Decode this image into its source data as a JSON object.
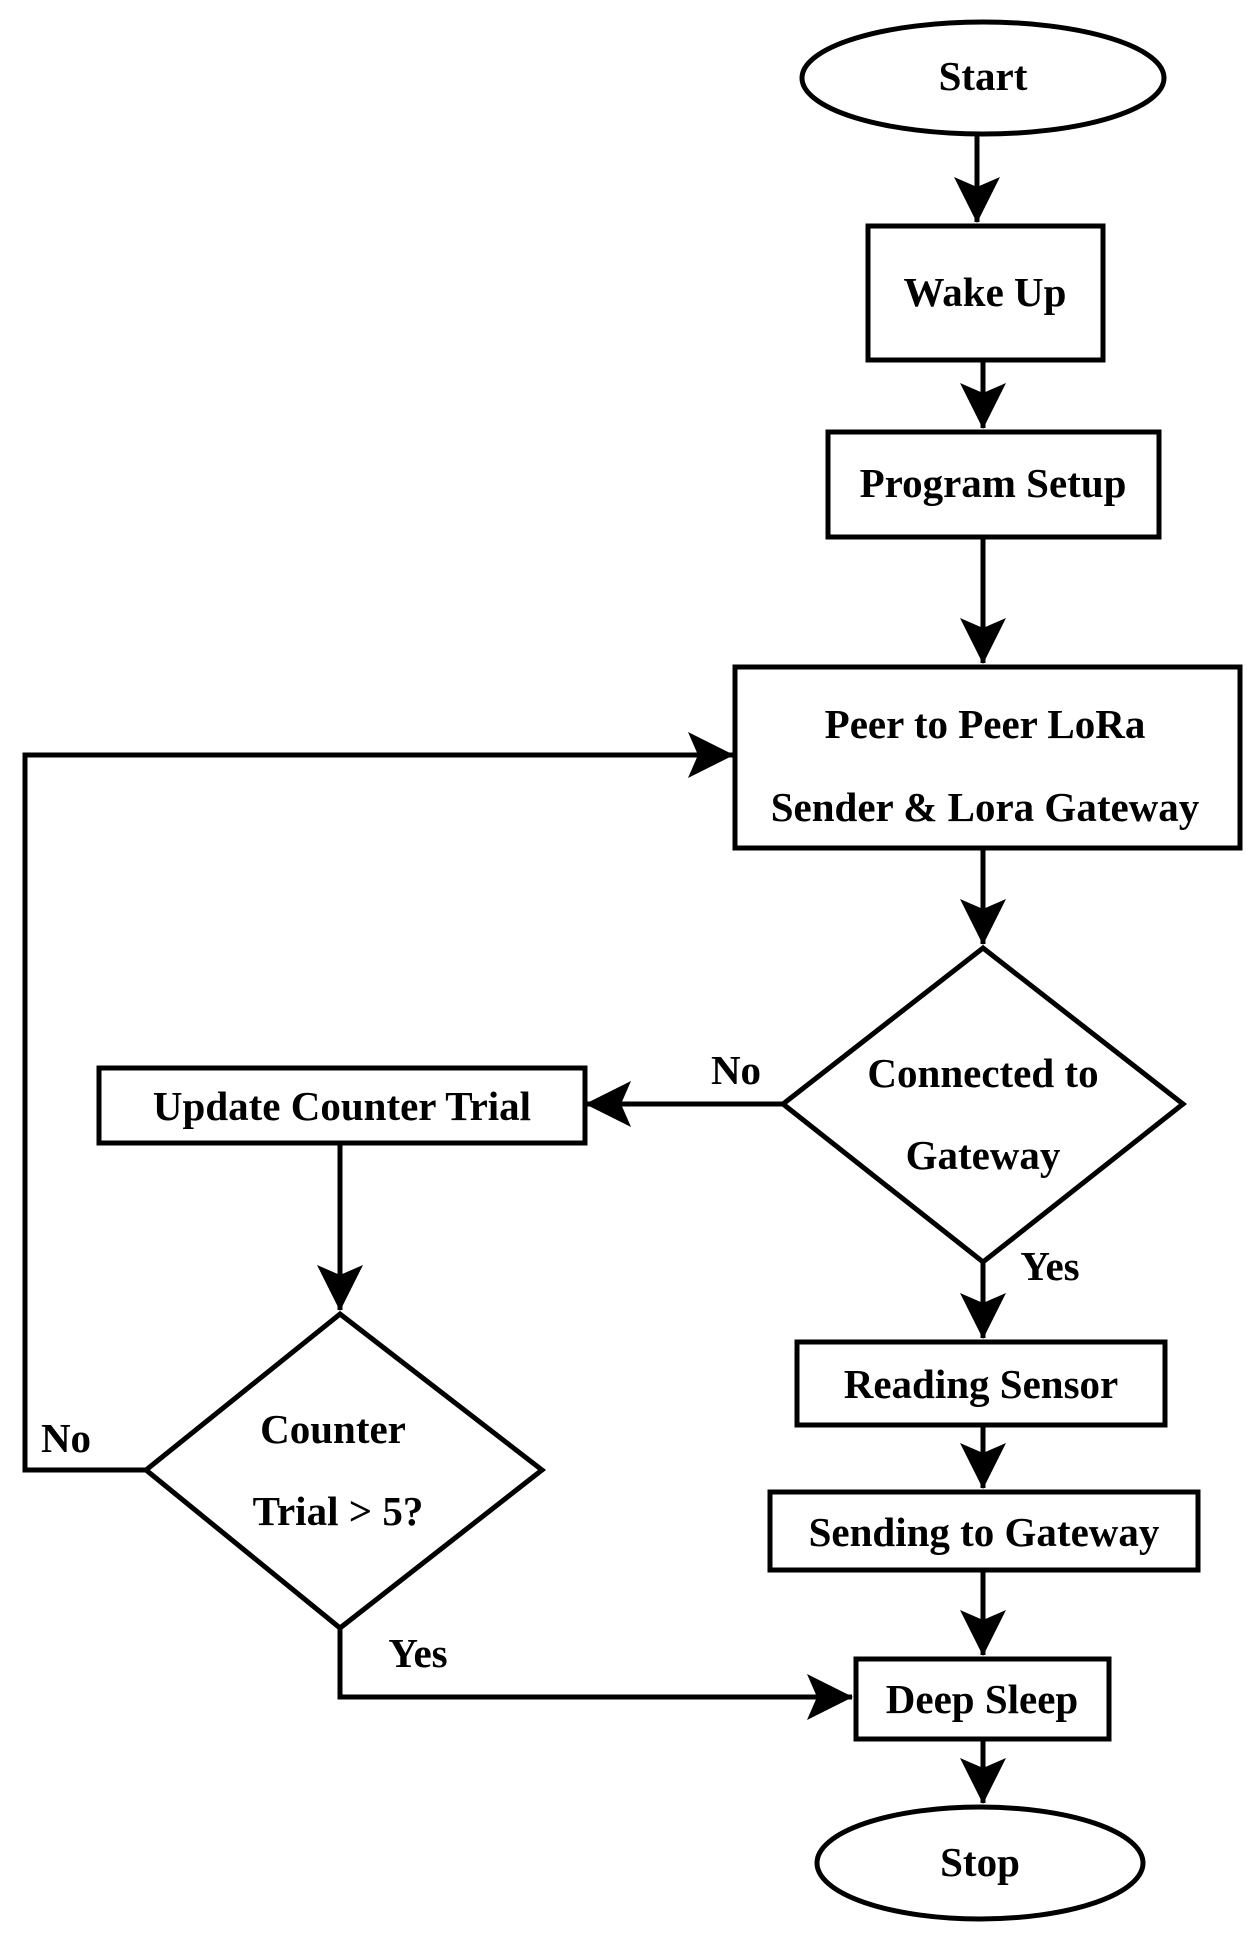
{
  "nodes": {
    "start": "Start",
    "wake_up": "Wake Up",
    "program_setup": "Program Setup",
    "peer_to_peer_line1": "Peer to Peer LoRa",
    "peer_to_peer_line2": "Sender & Lora Gateway",
    "connected_line1": "Connected to",
    "connected_line2": "Gateway",
    "update_counter": "Update Counter Trial",
    "counter_line1": "Counter",
    "counter_line2": "Trial > 5?",
    "reading_sensor": "Reading Sensor",
    "sending_to_gateway": "Sending to Gateway",
    "deep_sleep": "Deep Sleep",
    "stop": "Stop"
  },
  "edge_labels": {
    "connected_no": "No",
    "connected_yes": "Yes",
    "counter_no": "No",
    "counter_yes": "Yes"
  }
}
